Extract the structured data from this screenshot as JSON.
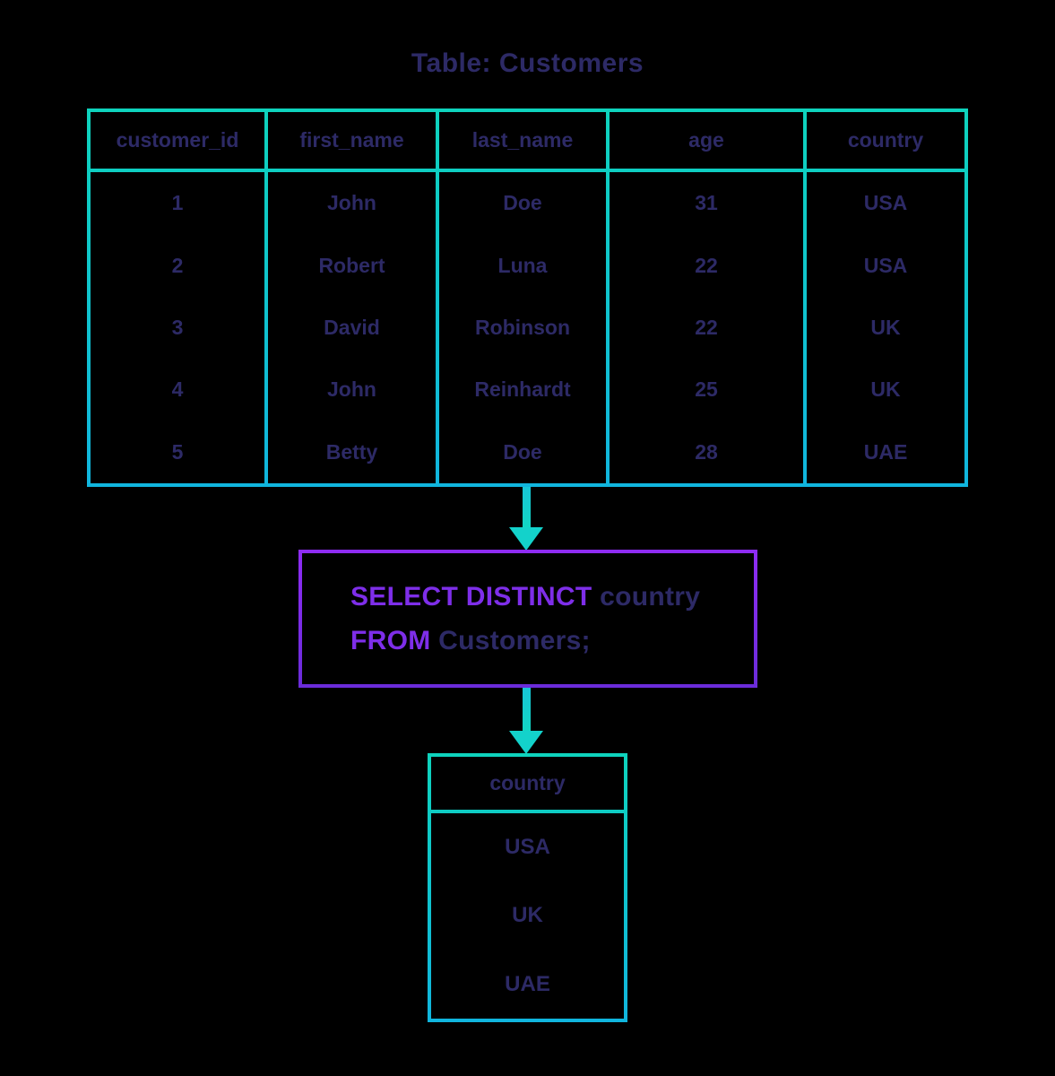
{
  "title": "Table: Customers",
  "colors": {
    "background": "#000000",
    "text_navy": "#2d2a66",
    "table_border_gradient_top": "#0ed3bd",
    "table_border_gradient_bottom": "#10b5de",
    "sql_box_border_gradient_top": "#8e2cf4",
    "sql_box_border_gradient_bottom": "#6b2cda",
    "sql_keyword_purple": "#7e2ee9",
    "arrow_teal": "#13d2cb"
  },
  "customers_table": {
    "columns": [
      "customer_id",
      "first_name",
      "last_name",
      "age",
      "country"
    ],
    "rows": [
      [
        "1",
        "John",
        "Doe",
        "31",
        "USA"
      ],
      [
        "2",
        "Robert",
        "Luna",
        "22",
        "USA"
      ],
      [
        "3",
        "David",
        "Robinson",
        "22",
        "UK"
      ],
      [
        "4",
        "John",
        "Reinhardt",
        "25",
        "UK"
      ],
      [
        "5",
        "Betty",
        "Doe",
        "28",
        "UAE"
      ]
    ]
  },
  "sql_query": {
    "line1": {
      "keyword": "SELECT DISTINCT",
      "identifier": " country"
    },
    "line2": {
      "keyword": "FROM",
      "identifier": " Customers;"
    }
  },
  "result_table": {
    "columns": [
      "country"
    ],
    "rows": [
      "USA",
      "UK",
      "UAE"
    ]
  }
}
